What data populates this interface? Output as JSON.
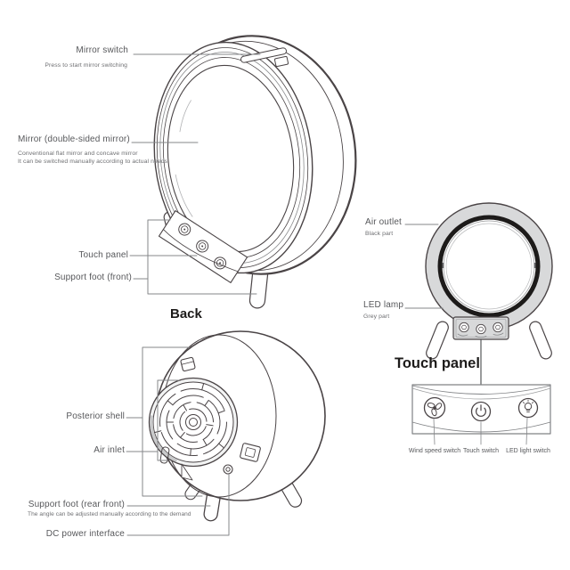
{
  "colors": {
    "line_art": "#4a4446",
    "label_text": "#57585b",
    "leader_line": "#85878a",
    "grey_part": "#d8d9da",
    "black_part": "#1d1b1a"
  },
  "front_view": {
    "mirror_switch_label": "Mirror switch",
    "mirror_switch_sub": "Press to start mirror switching",
    "mirror_label": "Mirror (double-sided mirror)",
    "mirror_sub1": "Conventional flat mirror and concave mirror",
    "mirror_sub2": "It can be switched manually according to actual needs",
    "touch_panel_label": "Touch panel",
    "support_foot_label": "Support foot (front)"
  },
  "back_view": {
    "title": "Back",
    "posterior_shell_label": "Posterior shell",
    "air_inlet_label": "Air inlet",
    "support_foot_label": "Support foot (rear front)",
    "support_foot_sub": "The angle can be adjusted manually according to the demand",
    "dc_power_label": "DC power interface"
  },
  "side_view": {
    "air_outlet_label": "Air outlet",
    "air_outlet_sub": "Black part",
    "led_lamp_label": "LED lamp",
    "led_lamp_sub": "Grey part"
  },
  "touch_panel_detail": {
    "title": "Touch panel",
    "buttons": [
      {
        "icon": "wind-speed-icon",
        "label": "Wind speed switch"
      },
      {
        "icon": "power-icon",
        "label": "Touch switch"
      },
      {
        "icon": "led-light-icon",
        "label": "LED light switch"
      }
    ]
  }
}
